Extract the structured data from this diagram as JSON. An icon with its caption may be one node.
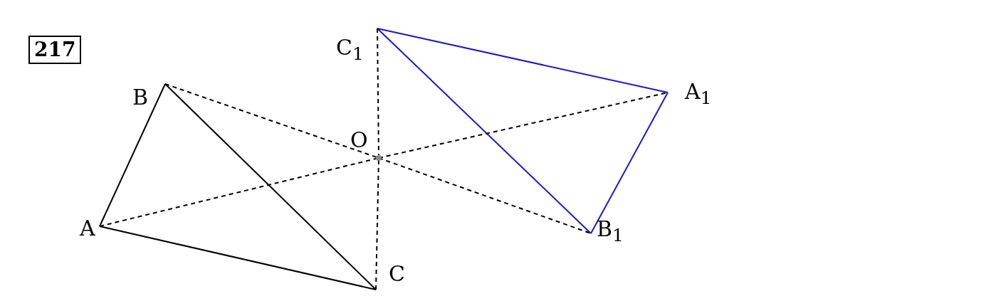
{
  "diagram": {
    "nodes": [
      {
        "text": [
          "A"
        ]
      },
      {
        "text": [
          "B"
        ]
      },
      {
        "text": [
          "C"
        ]
      },
      {
        "text": [
          "O"
        ]
      },
      {
        "text": [
          "A$_{1}$"
        ]
      },
      {
        "text": [
          "B$_{1}$"
        ]
      },
      {
        "text": [
          "C$_{1}$"
        ]
      }
    ],
    "edges": [
      {
        "from": 0,
        "to": 1,
        "arrow": "none"
      },
      {
        "from": 1,
        "to": 2,
        "arrow": "none"
      },
      {
        "from": 2,
        "to": 0,
        "arrow": "none"
      },
      {
        "from": 4,
        "to": 5,
        "arrow": "none",
        "color": "#1a1acc"
      },
      {
        "from": 5,
        "to": 6,
        "arrow": "none",
        "color": "#1a1acc"
      },
      {
        "from": 6,
        "to": 4,
        "arrow": "none",
        "color": "#1a1acc"
      },
      {
        "from": 0,
        "to": 3,
        "arrow": "none",
        "style": "dashed"
      },
      {
        "from": 3,
        "to": 4,
        "arrow": "none",
        "style": "dashed"
      },
      {
        "from": 1,
        "to": 3,
        "arrow": "none",
        "style": "dashed"
      },
      {
        "from": 3,
        "to": 5,
        "arrow": "none",
        "style": "dashed"
      },
      {
        "from": 2,
        "to": 3,
        "arrow": "none",
        "style": "dashed"
      },
      {
        "from": 3,
        "to": 6,
        "arrow": "none",
        "style": "dashed"
      }
    ],
    "labels": [
      "217"
    ]
  }
}
